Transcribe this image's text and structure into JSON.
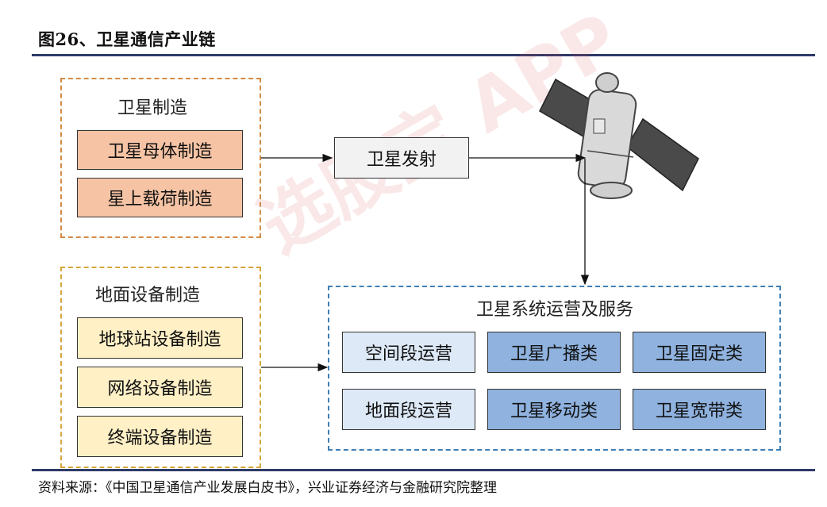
{
  "title": "图26、卫星通信产业链",
  "groups": {
    "manufacturing": {
      "title": "卫星制造",
      "items": [
        "卫星母体制造",
        "星上载荷制造"
      ]
    },
    "ground": {
      "title": "地面设备制造",
      "items": [
        "地球站设备制造",
        "网络设备制造",
        "终端设备制造"
      ]
    },
    "operations": {
      "title": "卫星系统运营及服务",
      "items": [
        "空间段运营",
        "卫星广播类",
        "卫星固定类",
        "地面段运营",
        "卫星移动类",
        "卫星宽带类"
      ]
    }
  },
  "launch": "卫星发射",
  "watermark": "选股宝 APP",
  "source": "资料来源：《中国卫星通信产业发展白皮书》，兴业证券经济与金融研究院整理",
  "colors": {
    "orange_box": "#f6c4a5",
    "cream_box": "#fff0c6",
    "pale_blue_box": "#dde9f6",
    "mid_blue_box": "#8fb2df",
    "rule": "#2f3a68"
  },
  "icons": [
    "satellite-illustration",
    "arrow-right-icon",
    "arrow-down-icon"
  ]
}
